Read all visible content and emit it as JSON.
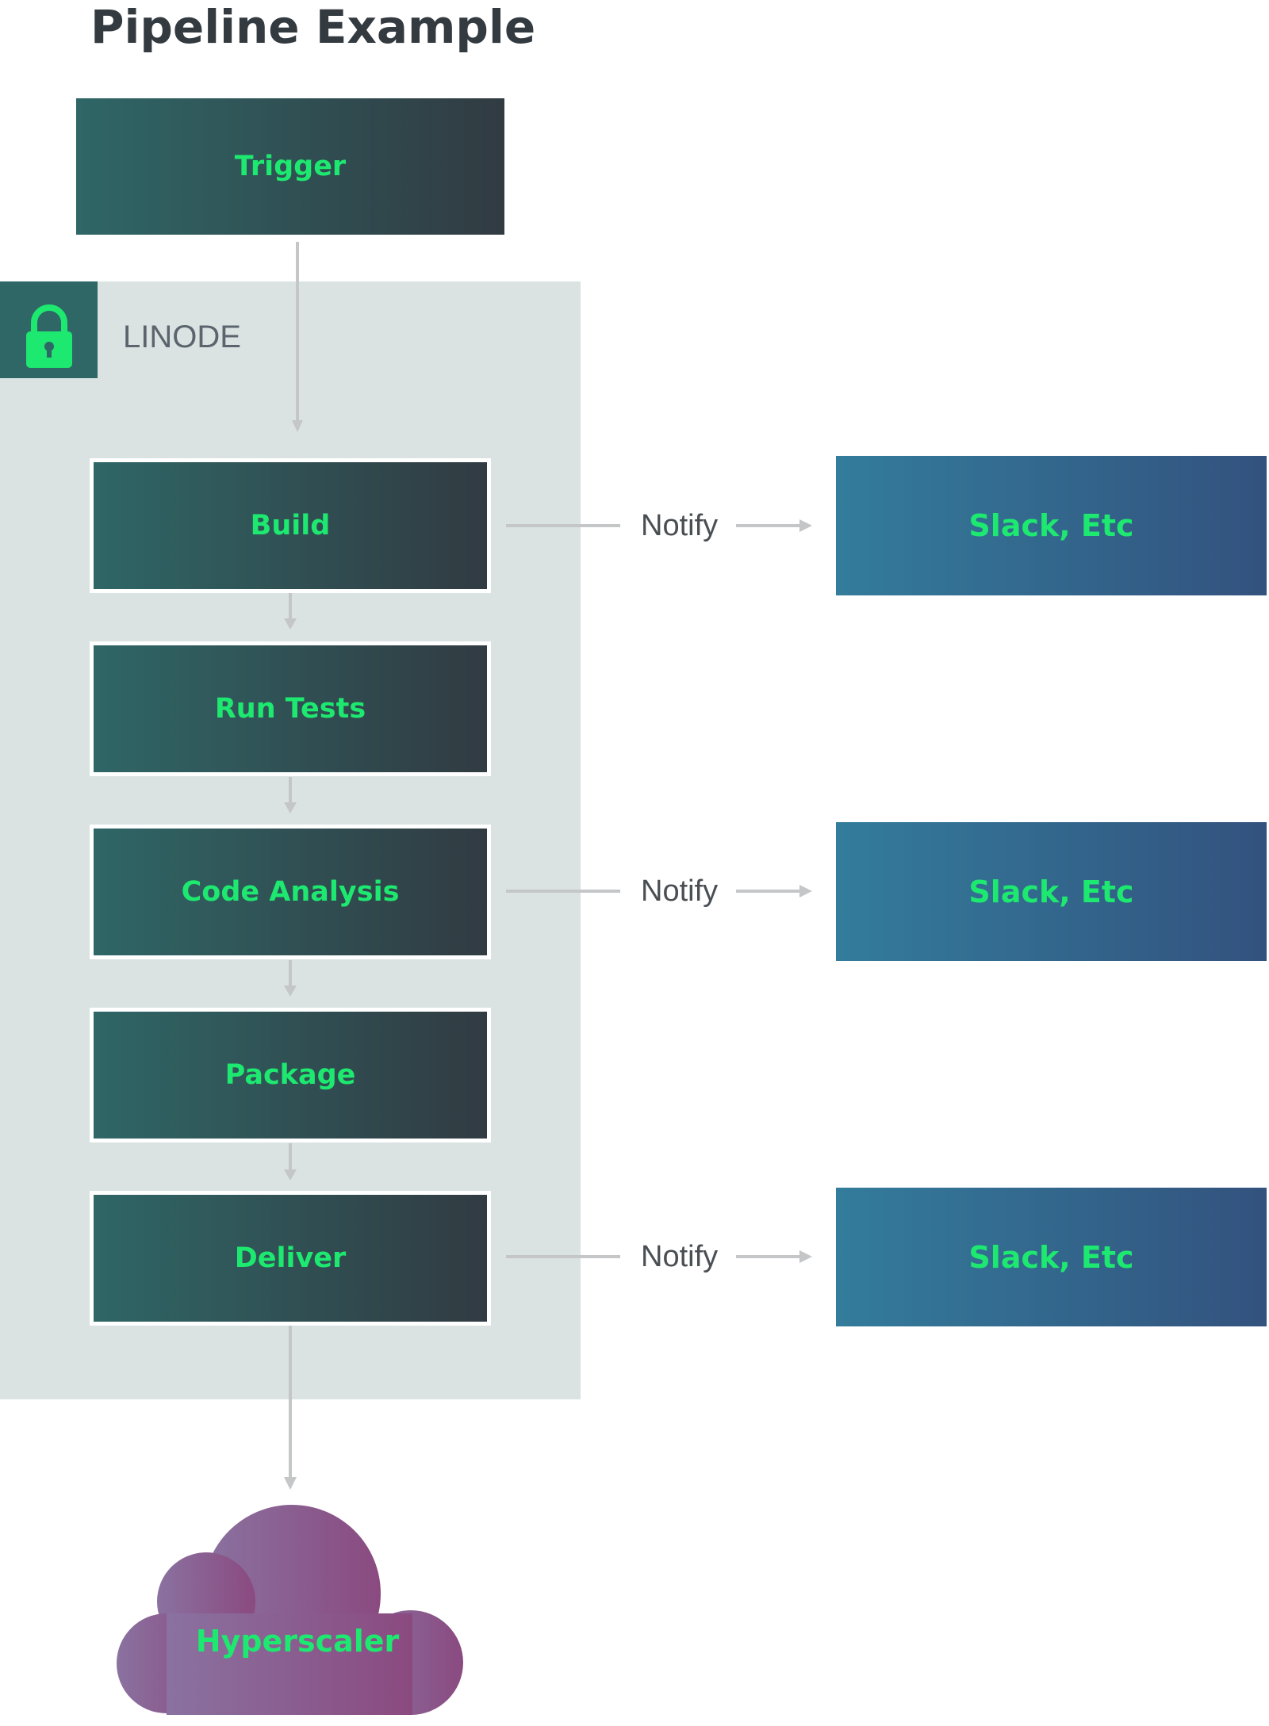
{
  "title": "Pipeline Example",
  "trigger": {
    "label": "Trigger"
  },
  "zone": {
    "label": "LINODE",
    "icon": "lock-icon"
  },
  "stages": [
    {
      "label": "Build"
    },
    {
      "label": "Run Tests"
    },
    {
      "label": "Code Analysis"
    },
    {
      "label": "Package"
    },
    {
      "label": "Deliver"
    }
  ],
  "notifications": [
    {
      "label": "Notify",
      "target": "Slack, Etc"
    },
    {
      "label": "Notify",
      "target": "Slack, Etc"
    },
    {
      "label": "Notify",
      "target": "Slack, Etc"
    }
  ],
  "destination": {
    "label": "Hyperscaler",
    "icon": "cloud-icon"
  },
  "colors": {
    "accent_text": "#1de86f",
    "stage_gradient": [
      "#2f6666",
      "#313b42"
    ],
    "notify_gradient": [
      "#337c9b",
      "#33527e"
    ],
    "cloud_gradient": [
      "#8a72a0",
      "#8a4a80"
    ],
    "zone_background": "#dae3e2",
    "connector": "#c4c6c8"
  }
}
